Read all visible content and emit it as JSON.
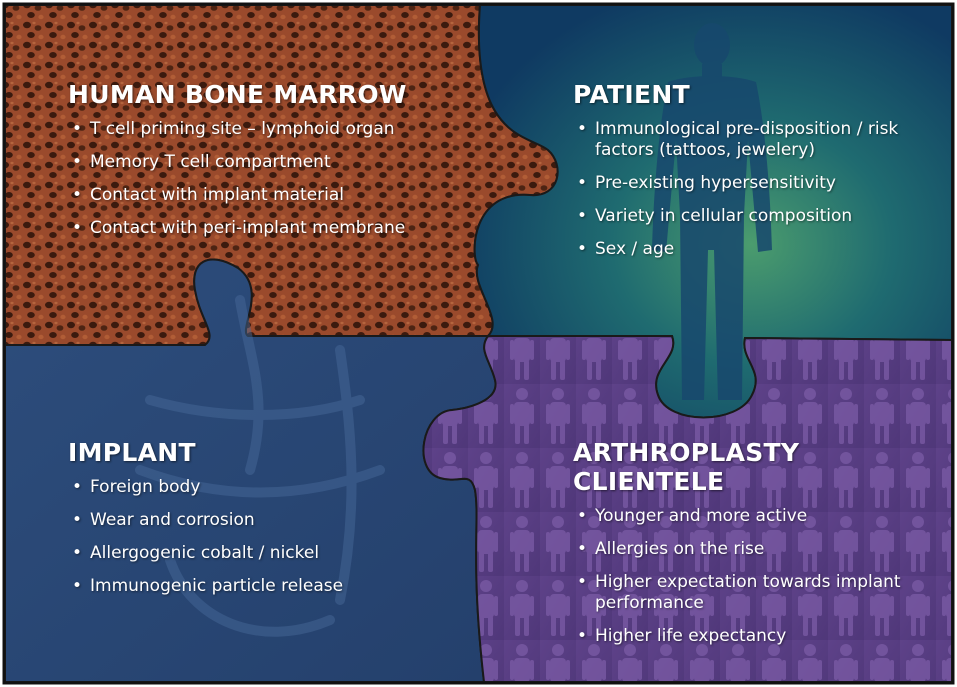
{
  "panels": {
    "marrow": {
      "title": "HUMAN BONE MARROW",
      "items": [
        "T cell priming site – lymphoid organ",
        "Memory T cell compartment",
        "Contact with implant material",
        "Contact with peri-implant membrane"
      ]
    },
    "patient": {
      "title": "PATIENT",
      "items": [
        "Immunological pre-disposition / risk factors (tattoos, jewelery)",
        "Pre-existing hypersensitivity",
        "Variety in cellular composition",
        "Sex / age"
      ]
    },
    "implant": {
      "title": "IMPLANT",
      "items": [
        "Foreign body",
        "Wear and corrosion",
        "Allergogenic cobalt / nickel",
        "Immunogenic particle release"
      ]
    },
    "clientele": {
      "title": "ARTHROPLASTY CLIENTELE",
      "items": [
        "Younger and more active",
        "Allergies on the rise",
        "Higher expectation towards implant performance",
        "Higher life expectancy"
      ]
    }
  },
  "colors": {
    "marrow": "#7a3a24",
    "patient_center": "#3c8f6e",
    "patient_edge": "#113a60",
    "implant": "#2b4a78",
    "clientele": "#5b3f86"
  },
  "icons": [
    "human-silhouette-icon",
    "crowd-silhouette-icon",
    "knee-implant-icon"
  ]
}
